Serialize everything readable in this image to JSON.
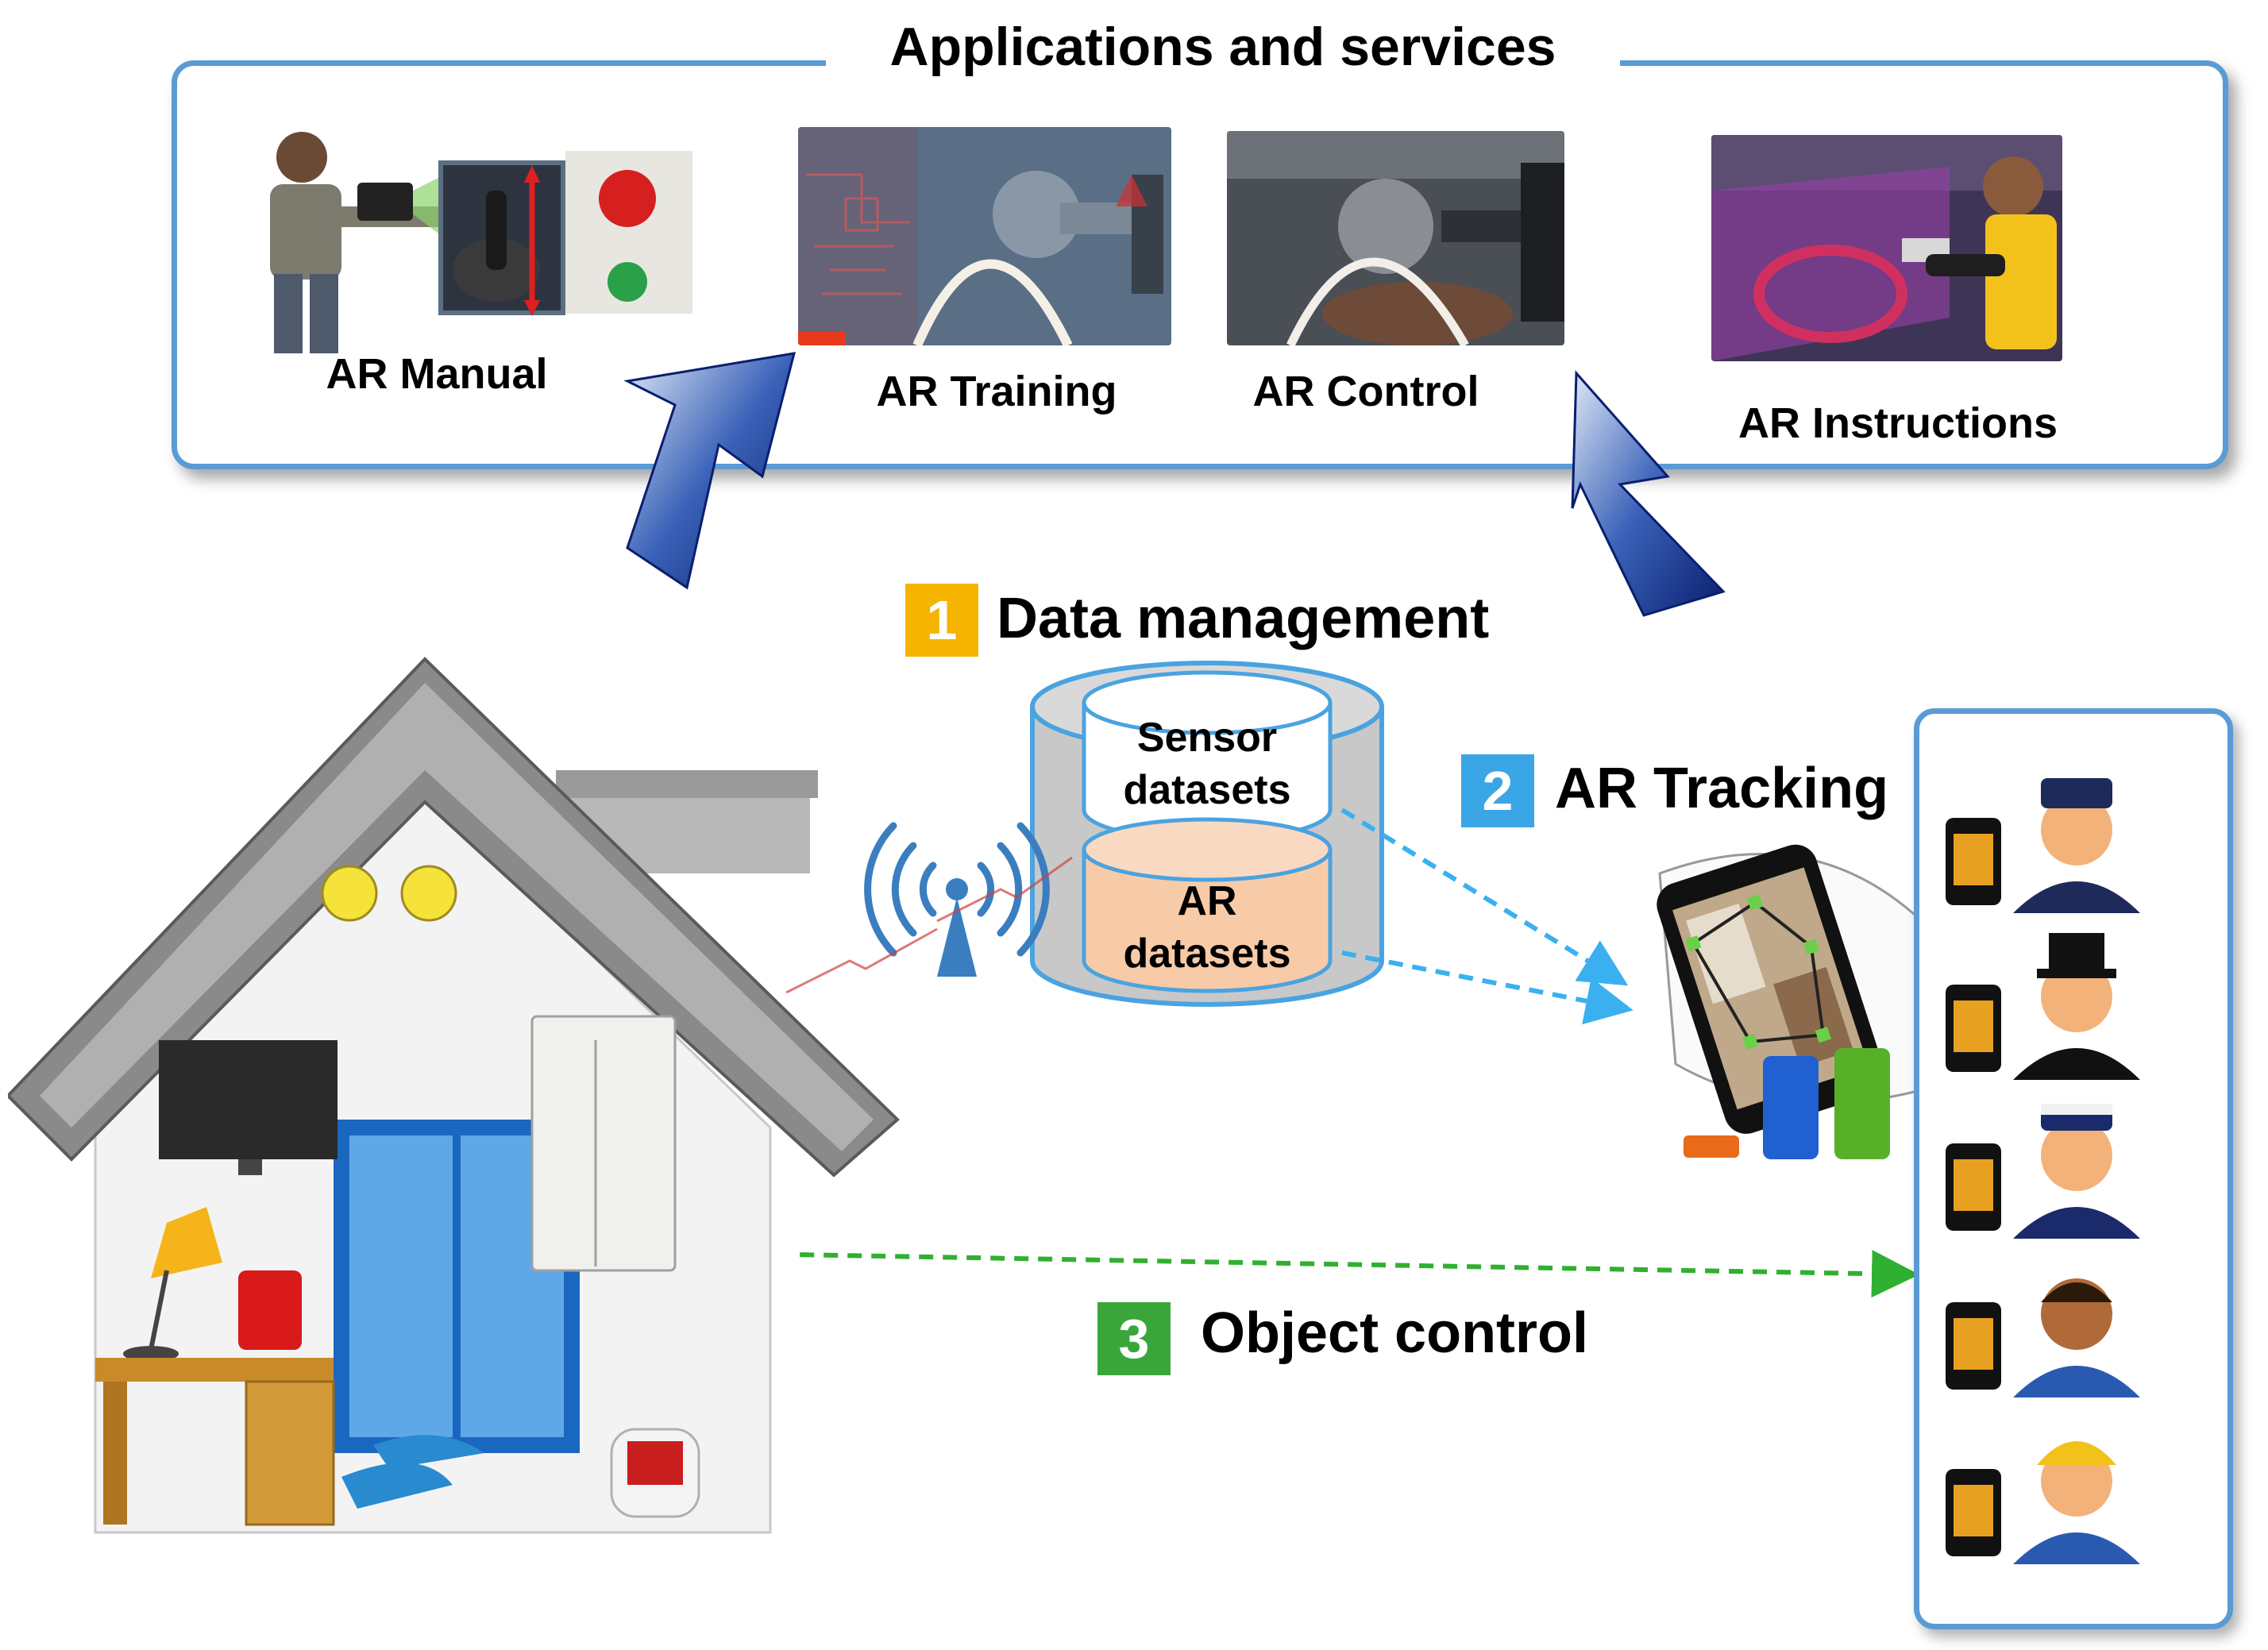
{
  "panel": {
    "title": "Applications and services"
  },
  "apps": [
    {
      "label": "AR Manual"
    },
    {
      "label": "AR Training"
    },
    {
      "label": "AR Control"
    },
    {
      "label": "AR Instructions"
    }
  ],
  "steps": [
    {
      "num": "1",
      "label": "Data management",
      "color": "#f5b400"
    },
    {
      "num": "2",
      "label": "AR Tracking",
      "color": "#3aa6e6"
    },
    {
      "num": "3",
      "label": "Object control",
      "color": "#3aa63a"
    }
  ],
  "database": {
    "sensor": "Sensor\ndatasets",
    "ar": "AR\ndatasets"
  },
  "users": [
    {
      "icon": "officer-user-icon"
    },
    {
      "icon": "gentleman-user-icon"
    },
    {
      "icon": "captain-user-icon"
    },
    {
      "icon": "businessman-user-icon"
    },
    {
      "icon": "worker-user-icon"
    }
  ]
}
